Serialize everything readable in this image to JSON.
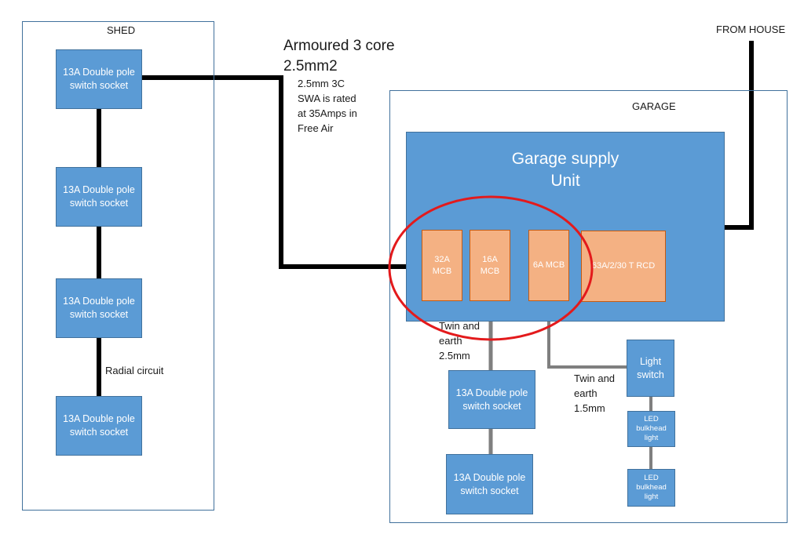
{
  "shed": {
    "title": "SHED",
    "sockets": [
      {
        "label": "13A Double pole switch socket"
      },
      {
        "label": "13A Double pole switch socket"
      },
      {
        "label": "13A Double pole switch socket"
      },
      {
        "label": "13A Double pole switch socket"
      }
    ],
    "radial_label": "Radial circuit"
  },
  "cable_title": "Armoured 3 core 2.5mm2",
  "cable_note": "2.5mm 3C SWA is rated at 35Amps in Free Air",
  "from_house": "FROM HOUSE",
  "garage": {
    "title": "GARAGE",
    "supply_unit": "Garage supply Unit",
    "breakers": [
      {
        "label": "32A MCB"
      },
      {
        "label": "16A MCB"
      },
      {
        "label": "6A MCB"
      },
      {
        "label": "63A/2/30 T RCD"
      }
    ],
    "socket_cable": "Twin and earth 2.5mm",
    "light_cable": "Twin and earth 1.5mm",
    "sockets": [
      {
        "label": "13A Double pole switch socket"
      },
      {
        "label": "13A Double pole switch socket"
      }
    ],
    "light_switch": "Light switch",
    "lights": [
      {
        "label": "LED bulkhead light"
      },
      {
        "label": "LED bulkhead light"
      }
    ]
  },
  "colors": {
    "box_fill": "#5b9bd5",
    "box_border": "#41719c",
    "breaker_fill": "#f4b183",
    "highlight_ring": "#e31a1c",
    "swa_cable": "#000000",
    "twin_earth_cable": "#7f7f7f"
  }
}
